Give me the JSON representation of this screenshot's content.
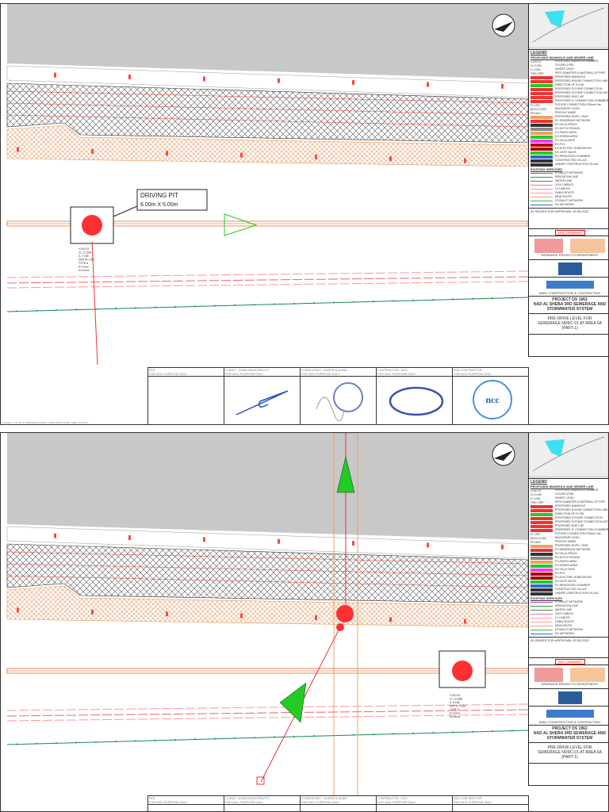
{
  "sheets": [
    {
      "driving_pit": {
        "title": "DRIVING PIT",
        "size": "6.00m X 5.00m"
      },
      "pit_label": [
        "V-NO.01",
        "CL 11.598",
        "IL 7.098",
        "DEPTH 4.50",
        "TYPE A",
        "E=xxxxx",
        "N=xxxxx"
      ],
      "footer_path": "Filename: V:\\D-SS-S-1\\DRAWINGS\\2023\\...\\PRE-DRIVE LEVEL-NDRC-01.PDLS"
    },
    {
      "pit_label": [
        "V-NO.02",
        "CL 10.688",
        "IL 6.188",
        "DEPTH 4.50",
        "TYPE A",
        "E=xxxxx",
        "N=xxxxx"
      ]
    }
  ],
  "legend": {
    "title": "LEGEND",
    "subtitle": "PROPOSED MANHOLE AND SEWER LINE",
    "items": [
      {
        "code": "V-NO.01",
        "text": "PROPOSED MANHOLE NUMBER"
      },
      {
        "code": "CL 0.000",
        "text": "COVER LEVEL"
      },
      {
        "code": "IL 0.000",
        "text": "INVERT LEVEL"
      },
      {
        "code": "T900 GRP",
        "text": "PIPE DIAMETER & MATERIAL OF PIPE"
      },
      {
        "code": "",
        "text": "PROPOSED MANHOLE"
      },
      {
        "code": "",
        "text": "PROPOSED HOUSE CONNECTION LINE"
      },
      {
        "code": "",
        "text": "DIRECTION OF FLOW"
      },
      {
        "code": "",
        "text": "PROPOSED FUTURE CONNECTION"
      },
      {
        "code": "",
        "text": "PROPOSED FUTURE CONNECTION WITH BACKDROP"
      },
      {
        "code": "",
        "text": "PROPOSED END CAP"
      },
      {
        "code": "",
        "text": "PROPOSED H. CONNECTION CHAMBER"
      },
      {
        "code": "FC-200",
        "text": "FUTURE CONNECTION 200mm Dia"
      },
      {
        "code": "BDLV=0.000",
        "text": "BACKDROP LEVEL"
      },
      {
        "code": "PR-NDC",
        "text": "PROFILE NAME"
      },
      {
        "code": "",
        "text": "PROPOSED HDPE / HDM"
      },
      {
        "code": "",
        "text": "EX.SEWERAGE NETWORK"
      },
      {
        "code": "",
        "text": "EX.VILLA FENCE"
      },
      {
        "code": "",
        "text": "EX.DUTCH ROADS"
      },
      {
        "code": "",
        "text": "EX.PAVED AREA"
      },
      {
        "code": "",
        "text": "EX.GREEN AREA"
      },
      {
        "code": "",
        "text": "EX.VILLA GATE"
      },
      {
        "code": "",
        "text": "EX.PCC"
      },
      {
        "code": "",
        "text": "EX.ELECTRIC SUBSTATION"
      },
      {
        "code": "",
        "text": "EX.GATE VALVE"
      },
      {
        "code": "",
        "text": "EX.IRRIGATION CHAMBER"
      },
      {
        "code": "",
        "text": "CONSTRUCTED VILLAS"
      },
      {
        "code": "",
        "text": "UNDER CONSTRUCTION VILLAS"
      }
    ],
    "existing_title": "EXISTING SERVICES",
    "existing": [
      "ETISALAT NETWORK",
      "IRRIGATION LINE",
      "WATER LINE",
      "11KV CABLES",
      "LV CABLES",
      "DUBAI ROUTE",
      "NEW ROUTE",
      "ETISALAT NETWORK",
      "DU NETWORK"
    ]
  },
  "revision": {
    "rev": "00",
    "desc": "ISSUED FOR APPROVAL",
    "date": "25.05.2023"
  },
  "status_stamp": "NOC DRAWING",
  "client_dept": "DRAINAGE PROJECTS DEPARTMENT",
  "contractor": "NABL CONSTRUCTION & CONTRACTING",
  "project": {
    "line1": "PROJECT DS 1962",
    "line2": "NAD AL SHEBA 3RD SEWERAGE AND",
    "line3": "STORMWATER SYSTEM"
  },
  "drawing_title": {
    "line1": "PRE-DRIVE LEVEL  FOR",
    "line2": "SEWERAGE NDRC-01 AT AREA 6A",
    "line3": "(PART-1)"
  },
  "signature_blocks": [
    {
      "header": "RTA",
      "sub": "FOR NOC PURPOSE ONLY"
    },
    {
      "header": "CLIENT : DUBAI MUNICIPALITY",
      "sub": "FOR NOC PURPOSE ONLY"
    },
    {
      "header": "CONSULTANT : KHATIB & ALAMI",
      "sub": "FOR NOC PURPOSE ONLY"
    },
    {
      "header": "CONTRACTOR : NCC",
      "sub": "FOR NOC PURPOSE ONLY"
    },
    {
      "header": "SUB CONTRACTOR",
      "sub": "FOR NOC PURPOSE ONLY"
    }
  ],
  "stamp_text": "ncc",
  "colors": {
    "pipe": "#f0a060",
    "manhole": "#ff3030",
    "flow": "#22cc22",
    "green_line": "#1a8a4a",
    "road": "#c8c8c8",
    "hatch": "#555555"
  }
}
